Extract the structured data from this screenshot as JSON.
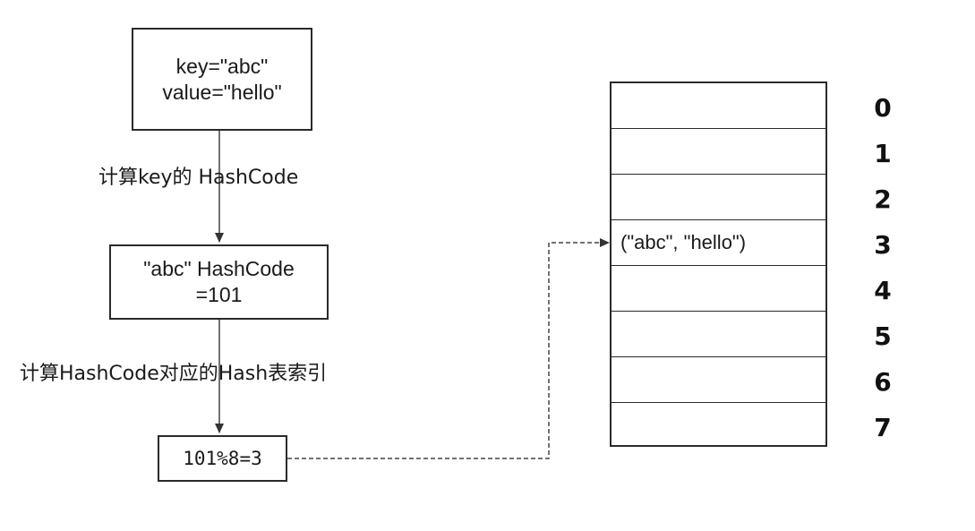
{
  "key_value_box": {
    "line1": "key=\"abc\"",
    "line2": "value=\"hello\""
  },
  "step1_label": "计算key的 HashCode",
  "hashcode_box": {
    "line1": "\"abc\" HashCode",
    "line2": "=101"
  },
  "step2_label": "计算HashCode对应的Hash表索引",
  "modulo_box": {
    "text": "101%8=3"
  },
  "hash_table": {
    "rows": [
      {
        "index": "0",
        "content": ""
      },
      {
        "index": "1",
        "content": ""
      },
      {
        "index": "2",
        "content": ""
      },
      {
        "index": "3",
        "content": "(\"abc\", \"hello\")"
      },
      {
        "index": "4",
        "content": ""
      },
      {
        "index": "5",
        "content": ""
      },
      {
        "index": "6",
        "content": ""
      },
      {
        "index": "7",
        "content": ""
      }
    ]
  }
}
